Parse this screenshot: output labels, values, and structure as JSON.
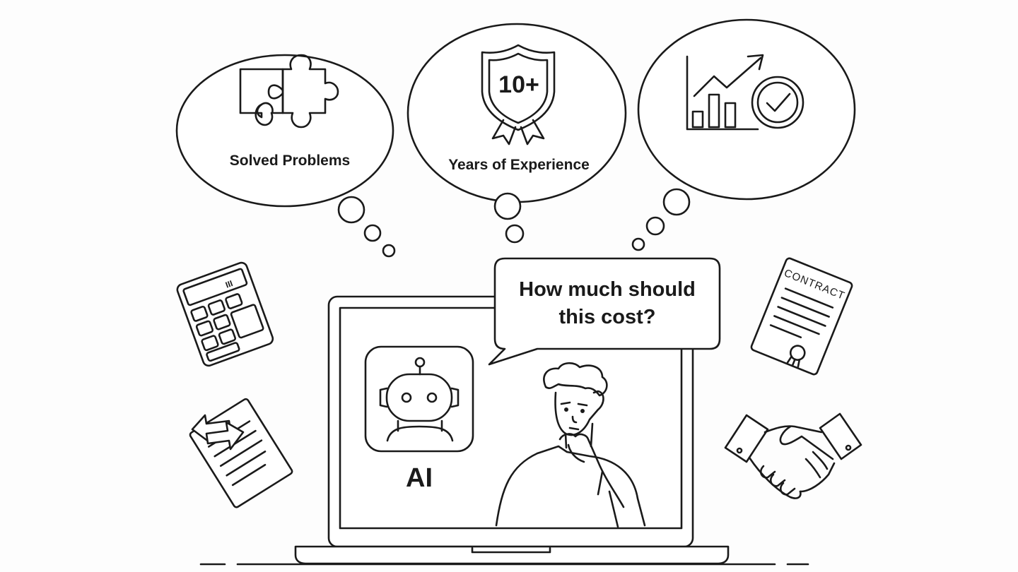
{
  "thoughts": {
    "left": {
      "label": "Solved Problems",
      "icon": "puzzle-icon"
    },
    "center": {
      "label": "Years of Experience",
      "badge": "10+",
      "icon": "shield-badge-icon"
    },
    "right": {
      "icon": "growth-chart-check-icon"
    }
  },
  "speech": {
    "line1": "How much should",
    "line2": "this cost?"
  },
  "ai": {
    "label": "AI",
    "icon": "robot-icon"
  },
  "side_icons": {
    "left": [
      "calculator-icon",
      "document-transfer-icon"
    ],
    "right": [
      "contract-icon",
      "handshake-icon"
    ]
  },
  "contract": {
    "title": "CONTRACT"
  },
  "calculator": {
    "display": "III"
  },
  "colors": {
    "line": "#1a1a1a",
    "background": "#fdfdfd"
  }
}
